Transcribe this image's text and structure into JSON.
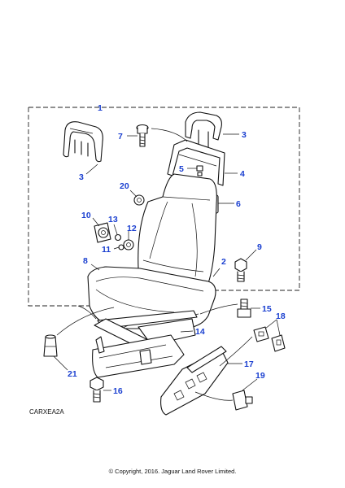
{
  "diagram": {
    "callouts": [
      "1",
      "2",
      "3",
      "3",
      "4",
      "5",
      "6",
      "7",
      "8",
      "9",
      "10",
      "11",
      "12",
      "13",
      "14",
      "15",
      "16",
      "17",
      "18",
      "19",
      "20",
      "21"
    ]
  },
  "reference_code": "CARXEA2A",
  "copyright": "© Copyright, 2016. Jaguar Land Rover Limited."
}
